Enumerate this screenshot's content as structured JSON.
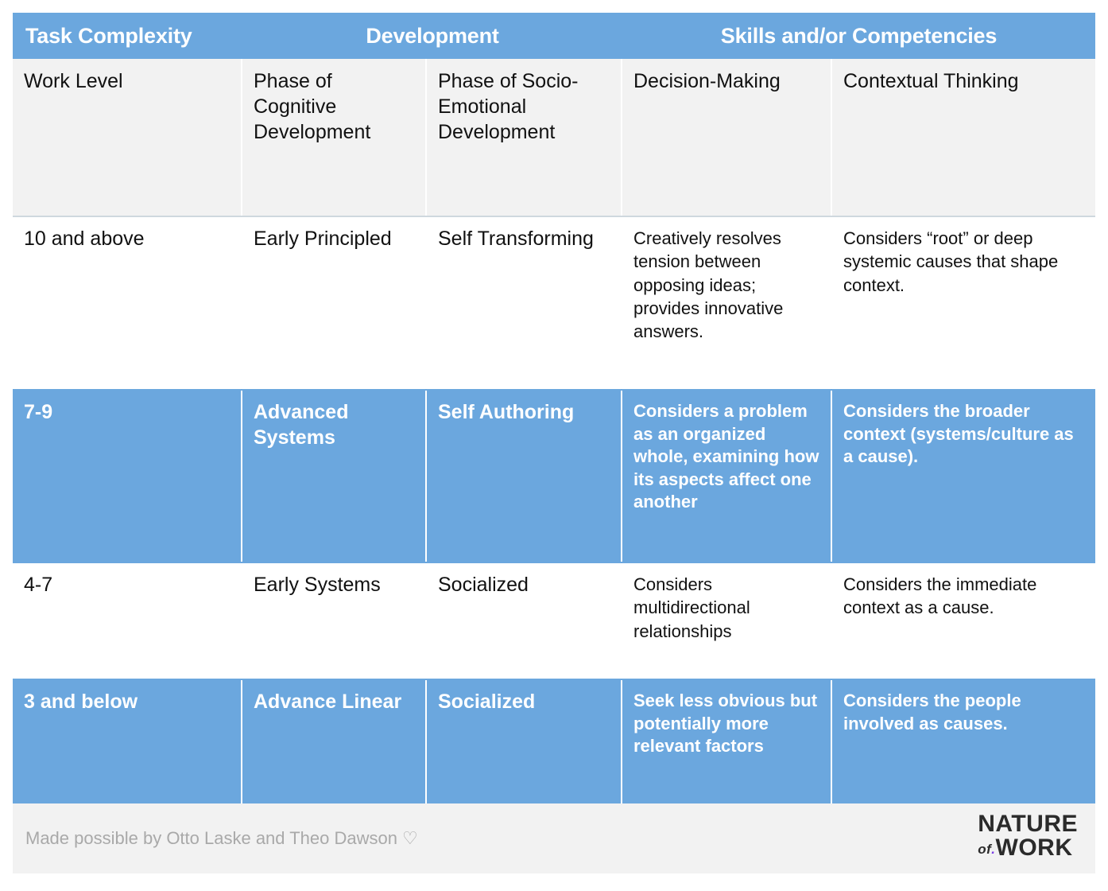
{
  "group_header": {
    "col1": "Task Complexity",
    "col2": "Development",
    "col3": "Skills and/or Competencies",
    "background": "#6ba7de",
    "text_color": "#ffffff"
  },
  "columns": [
    "Work Level",
    "Phase of Cognitive Development",
    "Phase of Socio-Emotional Development",
    "Decision-Making",
    "Contextual Thinking"
  ],
  "rows": [
    {
      "style": "white",
      "work_level": "10 and above",
      "cognitive": "Early Principled",
      "socio_emotional": "Self Transforming",
      "decision_making": "Creatively resolves tension between opposing ideas; provides innovative answers.",
      "contextual_thinking": "Considers “root” or deep systemic causes that shape context."
    },
    {
      "style": "blue",
      "work_level": "7-9",
      "cognitive": "Advanced Systems",
      "socio_emotional": "Self Authoring",
      "decision_making": "Considers a problem as an organized whole, examining how its aspects affect one another",
      "contextual_thinking": "Considers the broader context (systems/culture as a cause)."
    },
    {
      "style": "white",
      "work_level": "4-7",
      "cognitive": "Early Systems",
      "socio_emotional": "Socialized",
      "decision_making": "Considers multidirectional relationships",
      "contextual_thinking": "Considers the immediate context as a cause."
    },
    {
      "style": "blue",
      "work_level": "3 and below",
      "cognitive": "Advance Linear",
      "socio_emotional": "Socialized",
      "decision_making": "Seek less obvious but potentially more relevant factors",
      "contextual_thinking": "Considers the people involved as causes."
    }
  ],
  "footer": {
    "credit": "Made possible by Otto Laske and Theo Dawson",
    "heart": "♡",
    "logo": {
      "line1": "NATURE",
      "of": "of",
      "dot": ".",
      "line2": "WORK",
      "accent": "#7b3fe4"
    }
  }
}
